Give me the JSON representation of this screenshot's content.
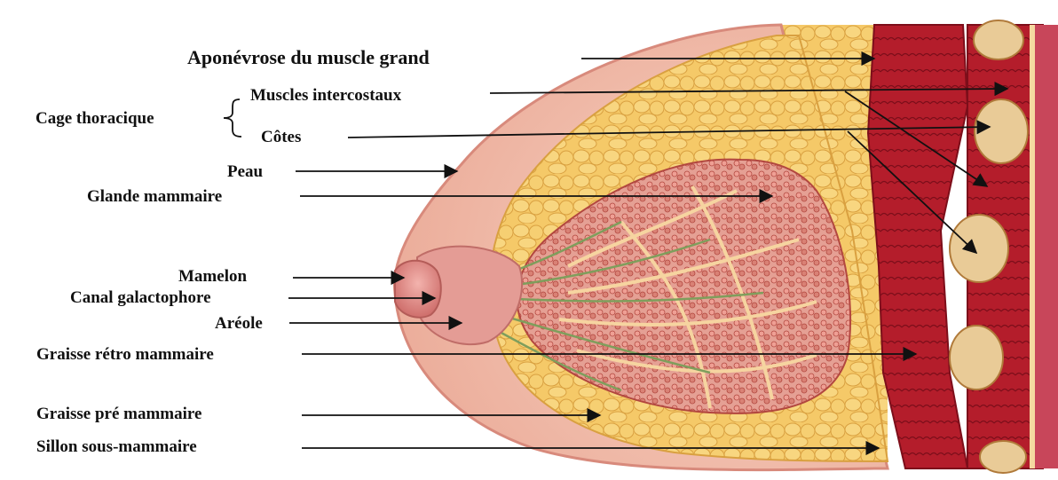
{
  "diagram": {
    "labels": {
      "aponevrose": "Aponévrose du muscle grand",
      "cage_thoracique": "Cage thoracique",
      "muscles_intercostaux": "Muscles intercostaux",
      "cotes": "Côtes",
      "peau": "Peau",
      "glande_mammaire": "Glande mammaire",
      "mamelon": "Mamelon",
      "canal_galactophore": "Canal galactophore",
      "areole": "Aréole",
      "graisse_retro": "Graisse rétro mammaire",
      "graisse_pre": "Graisse pré mammaire",
      "sillon": "Sillon sous-mammaire"
    },
    "colors": {
      "skin": "#f3c0ae",
      "skin_edge": "#d88a7c",
      "fat": "#f5c968",
      "fat_edge": "#d9a040",
      "gland": "#e39a8e",
      "gland_edge": "#b2473f",
      "muscle": "#b11c2a",
      "muscle_dark": "#7d0e1a",
      "rib": "#e9cb97",
      "duct": "#8fae6a",
      "nipple": "#e28a86"
    }
  }
}
